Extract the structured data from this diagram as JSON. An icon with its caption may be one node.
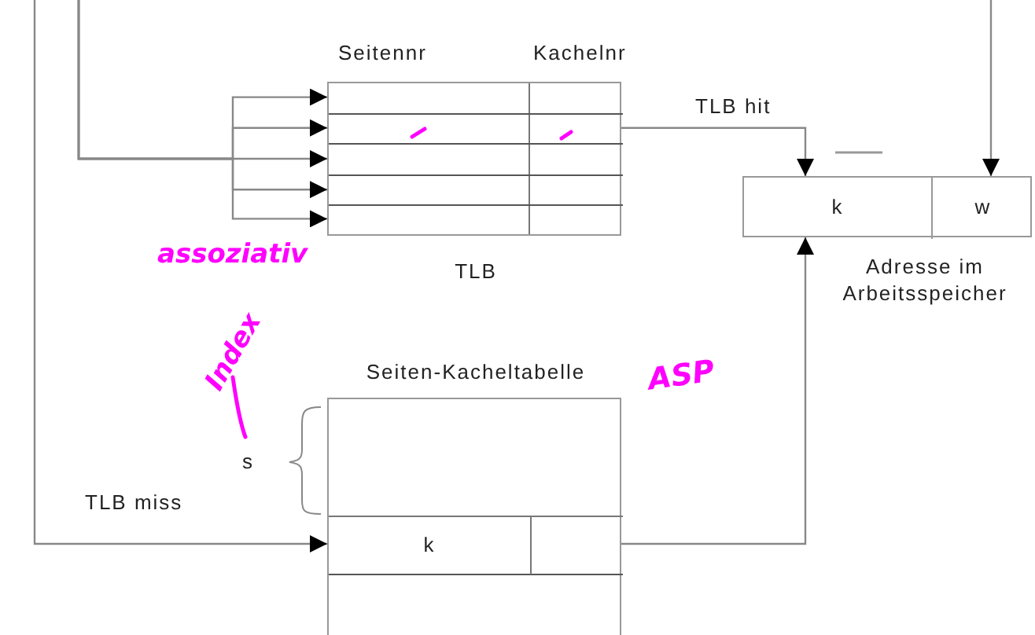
{
  "diagram": {
    "nodes": [
      {
        "text": [
          "Seitennr",
          "Kachelnr",
          "TLB"
        ]
      },
      {
        "text": [],
        "shape": "box",
        "in": 0
      },
      {
        "text": [],
        "shape": "box",
        "in": 0
      },
      {
        "text": [],
        "shape": "box",
        "in": 0
      },
      {
        "text": [],
        "shape": "box",
        "in": 0
      },
      {
        "text": [],
        "shape": "box",
        "in": 0
      },
      {
        "text": [],
        "shape": "box",
        "beside": [
          "Adresse im Arbeitsspeicher"
        ]
      },
      {
        "text": [
          "k"
        ],
        "in": 6
      },
      {
        "text": [
          "w"
        ],
        "in": 6
      },
      {
        "text": [
          "Seiten-Kacheltabelle"
        ]
      },
      {
        "text": [
          "k"
        ],
        "in": 9
      },
      {
        "text": [],
        "shape": "box",
        "in": 9
      }
    ],
    "edges": [
      {
        "from": null,
        "to": 1,
        "arrow": "to"
      },
      {
        "from": null,
        "to": 2,
        "arrow": "to"
      },
      {
        "from": null,
        "to": 3,
        "arrow": "to"
      },
      {
        "from": null,
        "to": 4,
        "arrow": "to"
      },
      {
        "from": null,
        "to": 5,
        "arrow": "to"
      },
      {
        "from": 2,
        "to": 7,
        "label": "TLB hit",
        "arrow": "to"
      },
      {
        "from": null,
        "to": 8,
        "arrow": "to"
      },
      {
        "from": null,
        "to": 10,
        "label": "TLB miss",
        "arrow": "to"
      },
      {
        "from": 11,
        "to": 7,
        "arrow": "to"
      }
    ],
    "labels": [
      "assoziativ",
      "Index",
      "ASP",
      "s"
    ]
  }
}
